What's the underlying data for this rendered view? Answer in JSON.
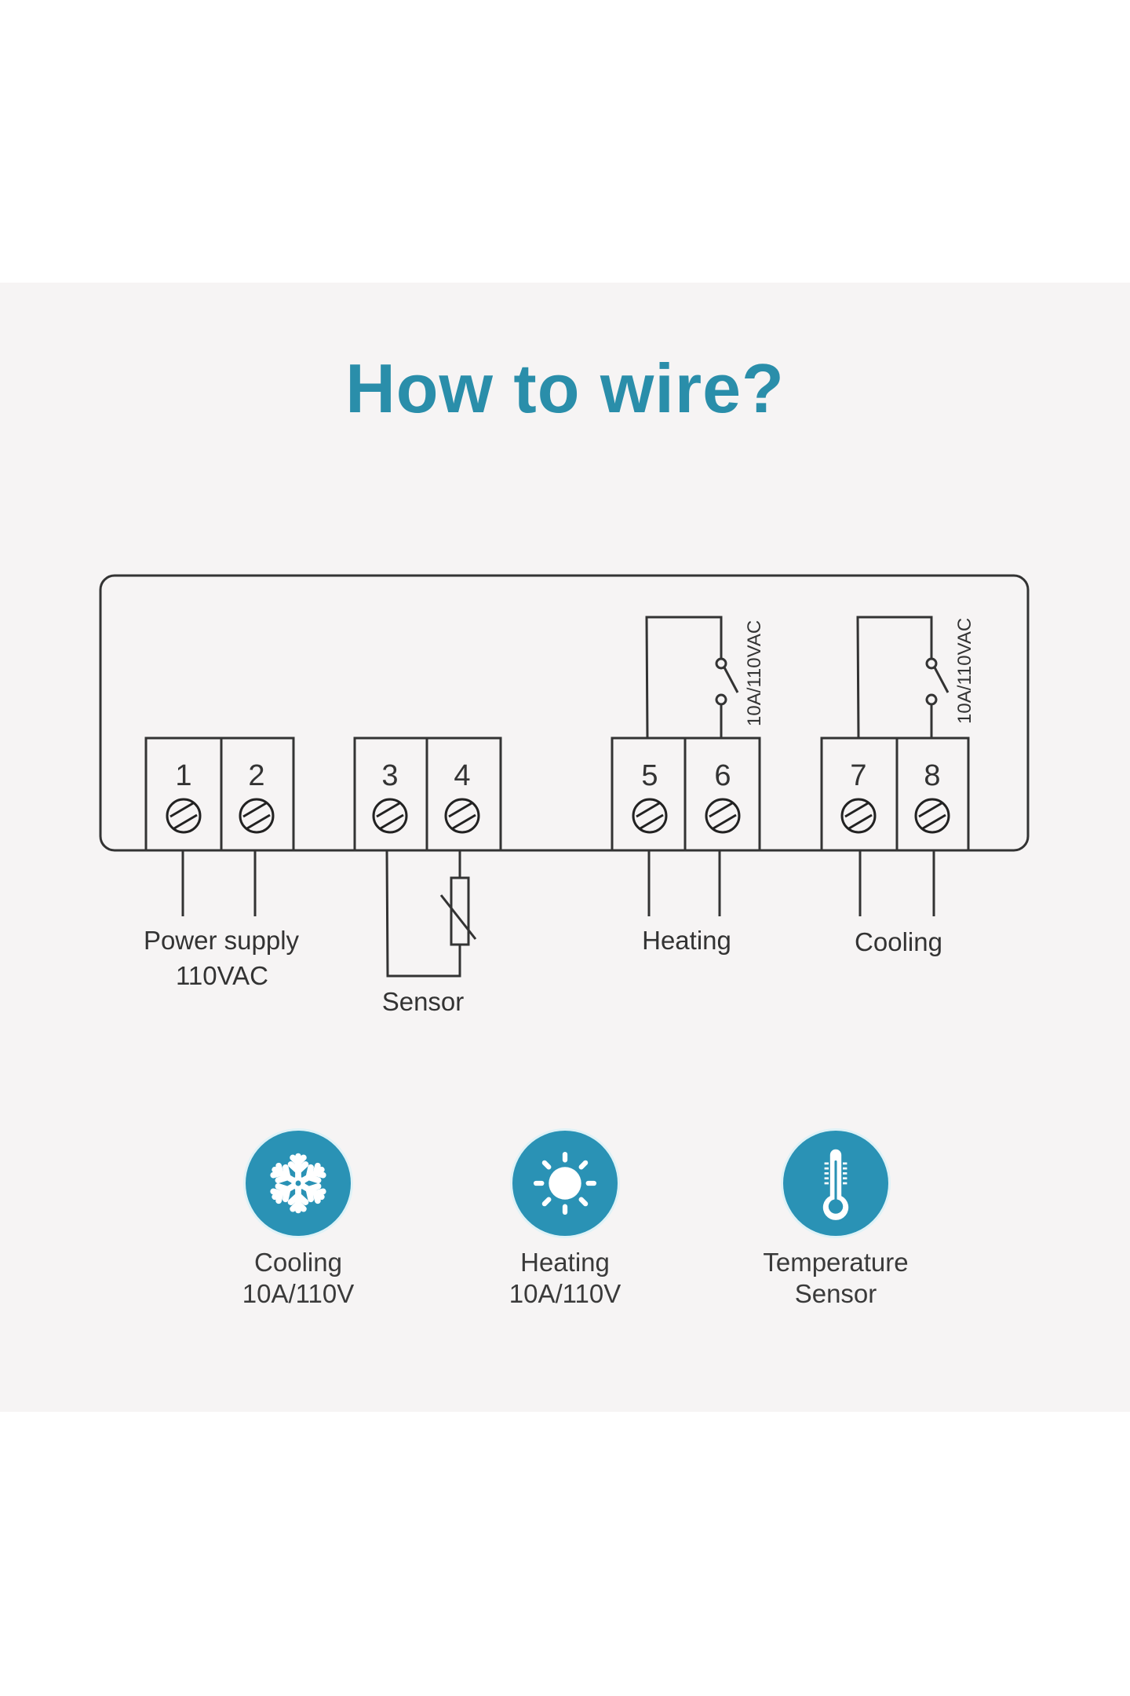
{
  "title": "How to wire?",
  "colors": {
    "accent": "#2a92b5",
    "title": "#2a8eaa",
    "line": "#333333",
    "panel_bg": "#f6f4f4"
  },
  "terminals": [
    {
      "number": "1",
      "group": "power"
    },
    {
      "number": "2",
      "group": "power"
    },
    {
      "number": "3",
      "group": "sensor"
    },
    {
      "number": "4",
      "group": "sensor"
    },
    {
      "number": "5",
      "group": "heating"
    },
    {
      "number": "6",
      "group": "heating"
    },
    {
      "number": "7",
      "group": "cooling"
    },
    {
      "number": "8",
      "group": "cooling"
    }
  ],
  "relays": [
    {
      "name": "heating-relay",
      "rating": "10A/110VAC"
    },
    {
      "name": "cooling-relay",
      "rating": "10A/110VAC"
    }
  ],
  "connections": {
    "power": {
      "line1": "Power supply",
      "line2": "110VAC"
    },
    "sensor": {
      "label": "Sensor"
    },
    "heating": {
      "label": "Heating"
    },
    "cooling": {
      "label": "Cooling"
    }
  },
  "features": [
    {
      "icon": "snowflake-icon",
      "line1": "Cooling",
      "line2": "10A/110V"
    },
    {
      "icon": "sun-icon",
      "line1": "Heating",
      "line2": "10A/110V"
    },
    {
      "icon": "thermometer-icon",
      "line1": "Temperature",
      "line2": "Sensor"
    }
  ]
}
